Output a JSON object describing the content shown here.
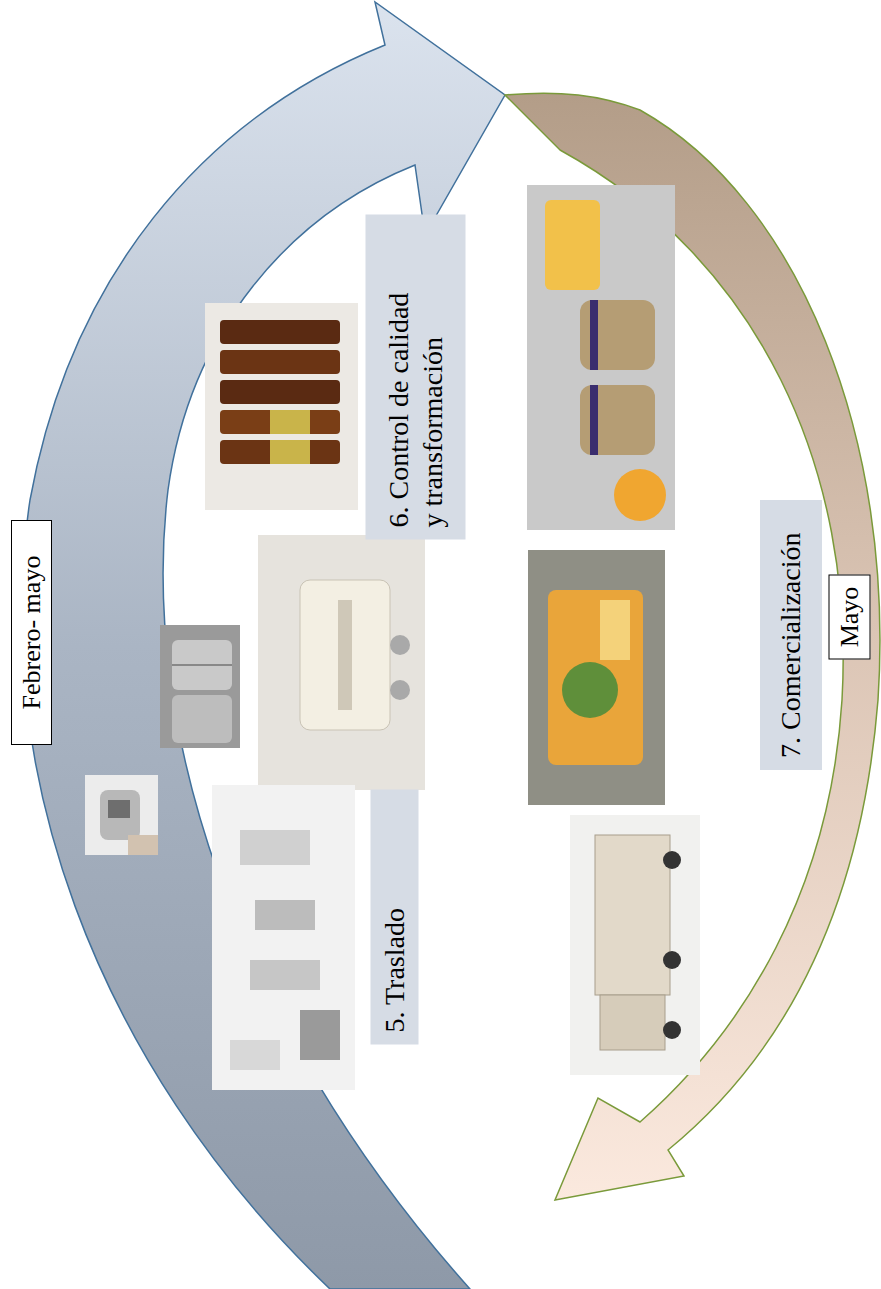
{
  "diagram": {
    "nodes": [
      {
        "text": [
          "Febrero- mayo"
        ]
      },
      {
        "text": [
          "5. Traslado"
        ]
      },
      {
        "text": [
          "6. Control de calidad y transformación"
        ]
      },
      {
        "text": [
          "7. Comercialización"
        ]
      },
      {
        "text": [
          "Mayo"
        ]
      }
    ]
  }
}
